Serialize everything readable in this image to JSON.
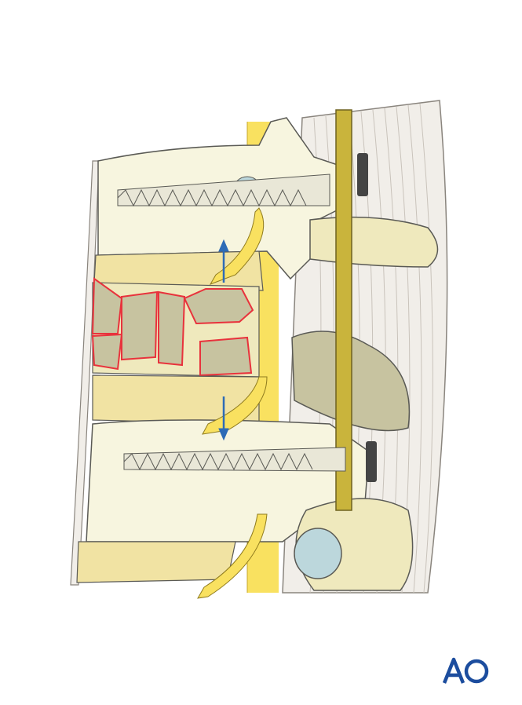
{
  "logo": {
    "text": "AO",
    "color": "#1c4d9e"
  },
  "colors": {
    "bone_light": "#f7f5df",
    "bone_mid": "#efe9bd",
    "bone_cortex": "#cbc69d",
    "disc": "#f1e3a3",
    "nerve": "#f9e160",
    "rod": "#c9b43c",
    "soft_tissue": "#f1eee9",
    "fracture_line": "#e8323c",
    "distraction_arrow": "#2d6bb6",
    "outline": "#5a5a55"
  },
  "icons": [
    "upward-distraction-arrow",
    "downward-distraction-arrow",
    "ao-logo"
  ]
}
